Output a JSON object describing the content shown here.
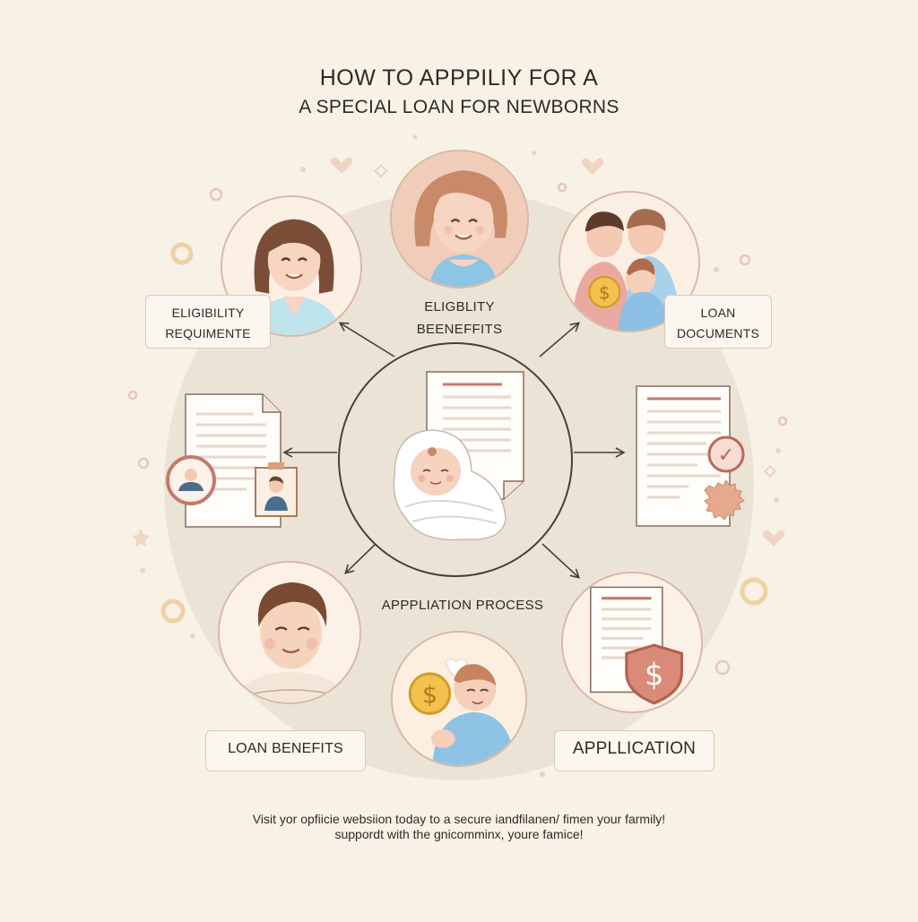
{
  "header": {
    "title_line1": "HOW TO APPPILIY FOR A",
    "title_line2": "A SPECIAL LOAN FOR NEWBORNS"
  },
  "center": {
    "label_top_line1": "ELIGBLITY",
    "label_top_line2": "BEENEFFITS",
    "label_bottom": "APPPLIATION PROCESS"
  },
  "labels": {
    "eligibility_line1": "ELIGIBILITY",
    "eligibility_line2": "REQUIMENTE",
    "loan_docs_line1": "LOAN",
    "loan_docs_line2": "DOCUMENTS",
    "loan_benefits": "LOAN BENEFITS",
    "application": "APPLLICATION"
  },
  "icons": {
    "coin_symbol": "$",
    "shield_symbol": "$",
    "check_symbol": "✓"
  },
  "footer": {
    "line1": "Visit yor opfiicie websiion today to a secure iandfilanen/ fimen your farmily!",
    "line2": "suppordt with the gnicomminx, youre famice!"
  },
  "colors": {
    "background": "#f8f1e6",
    "circle_fill": "#ebe3d6",
    "accent_rose": "#c27a6b",
    "accent_gold": "#e8b84a",
    "text": "#2f2a25"
  }
}
